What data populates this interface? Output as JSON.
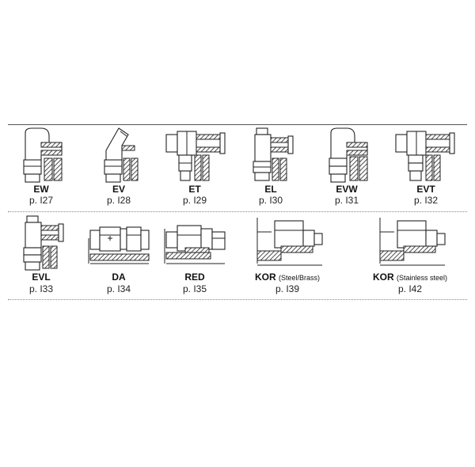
{
  "row1": [
    {
      "code": "EW",
      "page": "p. I27",
      "icon": "elbow-fitting-icon"
    },
    {
      "code": "EV",
      "page": "p. I28",
      "icon": "angled-45-fitting-icon"
    },
    {
      "code": "ET",
      "page": "p. I29",
      "icon": "tee-fitting-icon"
    },
    {
      "code": "EL",
      "page": "p. I30",
      "icon": "branch-tee-fitting-icon"
    },
    {
      "code": "EVW",
      "page": "p. I31",
      "icon": "adjustable-elbow-icon"
    },
    {
      "code": "EVT",
      "page": "p. I32",
      "icon": "adjustable-tee-icon"
    }
  ],
  "row2": [
    {
      "code": "EVL",
      "note": "",
      "page": "p. I33",
      "icon": "adjustable-branch-tee-icon"
    },
    {
      "code": "DA",
      "note": "",
      "page": "p. I34",
      "icon": "straight-connector-icon"
    },
    {
      "code": "RED",
      "note": "",
      "page": "p. I35",
      "icon": "reducer-fitting-icon"
    },
    {
      "code": "KOR",
      "note": "(Steel/Brass)",
      "page": "p. I39",
      "icon": "reducing-insert-icon"
    },
    {
      "code": "KOR",
      "note": "(Stainless steel)",
      "page": "p. I42",
      "icon": "reducing-insert-stainless-icon"
    }
  ]
}
